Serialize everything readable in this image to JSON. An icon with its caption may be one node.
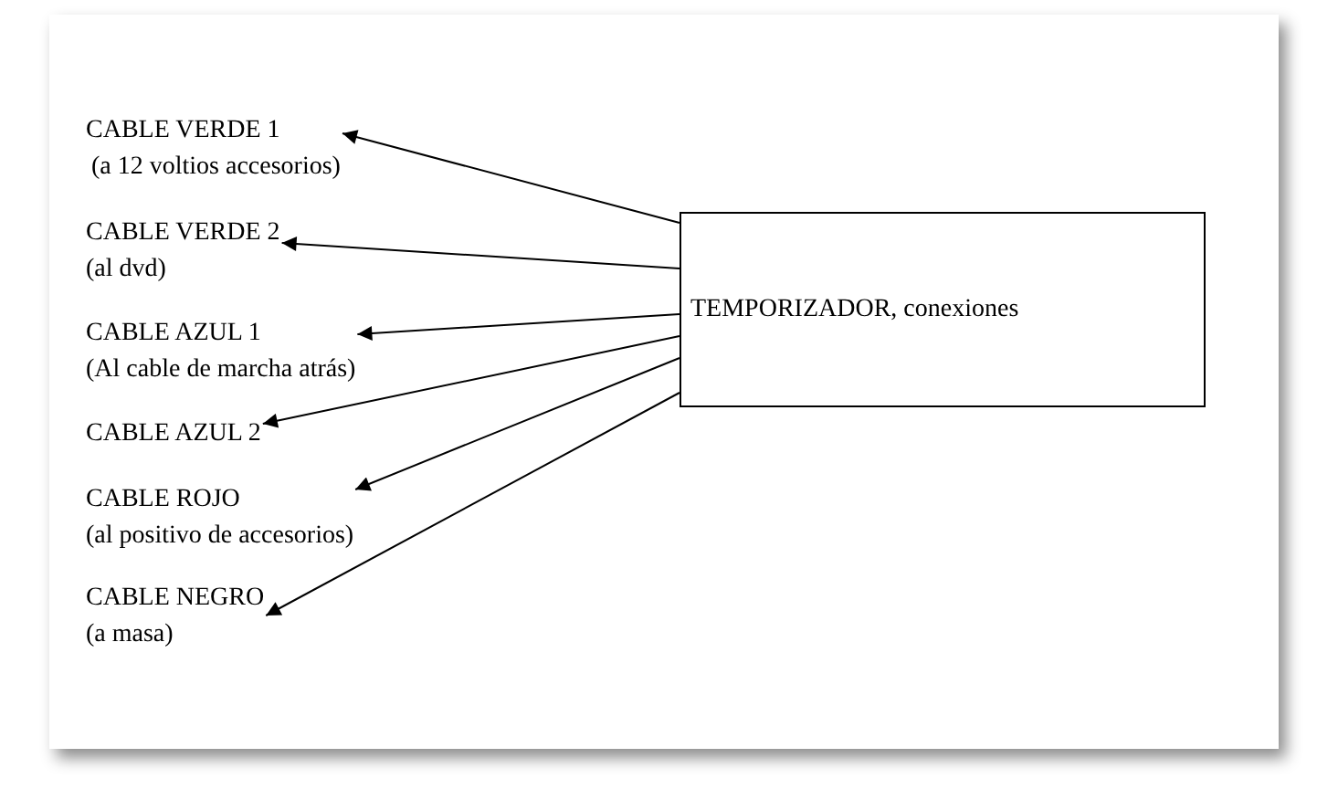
{
  "diagram": {
    "nodes": [
      {
        "text": [
          "TEMPORIZADOR, conexiones"
        ]
      },
      {
        "text": [
          "CABLE VERDE 1",
          "(a 12 voltios accesorios)"
        ]
      },
      {
        "text": [
          "CABLE VERDE 2",
          "(al dvd)"
        ]
      },
      {
        "text": [
          "CABLE AZUL 1",
          "(Al cable de marcha atrás)"
        ]
      },
      {
        "text": [
          "CABLE AZUL 2"
        ]
      },
      {
        "text": [
          "CABLE ROJO",
          "(al positivo de accesorios)"
        ]
      },
      {
        "text": [
          "CABLE NEGRO",
          "(a masa)"
        ]
      }
    ],
    "edges": [
      {
        "from": 0,
        "to": 1,
        "arrow": "to"
      },
      {
        "from": 0,
        "to": 2,
        "arrow": "to"
      },
      {
        "from": 0,
        "to": 3,
        "arrow": "to"
      },
      {
        "from": 0,
        "to": 4,
        "arrow": "to"
      },
      {
        "from": 0,
        "to": 5,
        "arrow": "to"
      },
      {
        "from": 0,
        "to": 6,
        "arrow": "to"
      }
    ]
  }
}
